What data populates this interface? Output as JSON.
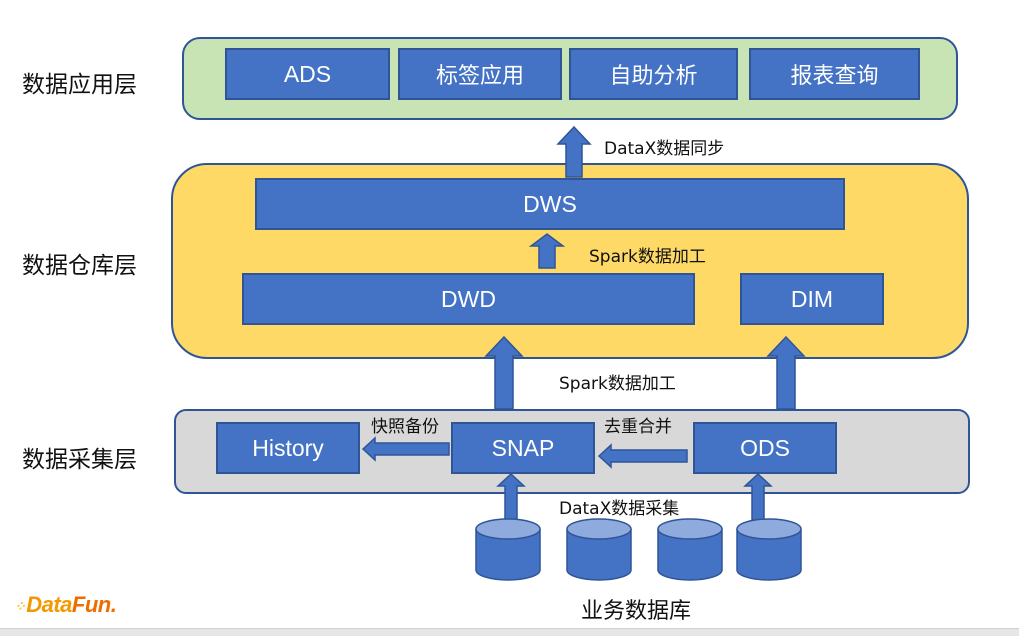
{
  "layers": {
    "application": {
      "label": "数据应用层",
      "boxes": [
        "ADS",
        "标签应用",
        "自助分析",
        "报表查询"
      ]
    },
    "warehouse": {
      "label": "数据仓库层",
      "boxes": {
        "dws": "DWS",
        "dwd": "DWD",
        "dim": "DIM"
      }
    },
    "collection": {
      "label": "数据采集层",
      "boxes": {
        "history": "History",
        "snap": "SNAP",
        "ods": "ODS"
      }
    }
  },
  "flows": {
    "warehouse_to_app": "DataX数据同步",
    "dwd_to_dws": "Spark数据加工",
    "collection_to_warehouse": "Spark数据加工",
    "snap_to_history": "快照备份",
    "ods_to_snap": "去重合并",
    "db_to_collection": "DataX数据采集"
  },
  "databases": {
    "count": 4,
    "caption": "业务数据库",
    "icon": "database-cylinder-icon"
  },
  "logo": {
    "dots": "⁘",
    "data": "Data",
    "fun": "Fun."
  },
  "colors": {
    "box_fill": "#4472c4",
    "box_border": "#2f5597",
    "app_layer_fill": "#c9e4b4",
    "warehouse_layer_fill": "#fed966",
    "collection_layer_fill": "#d8d8d8",
    "db_top": "#8faadc"
  }
}
